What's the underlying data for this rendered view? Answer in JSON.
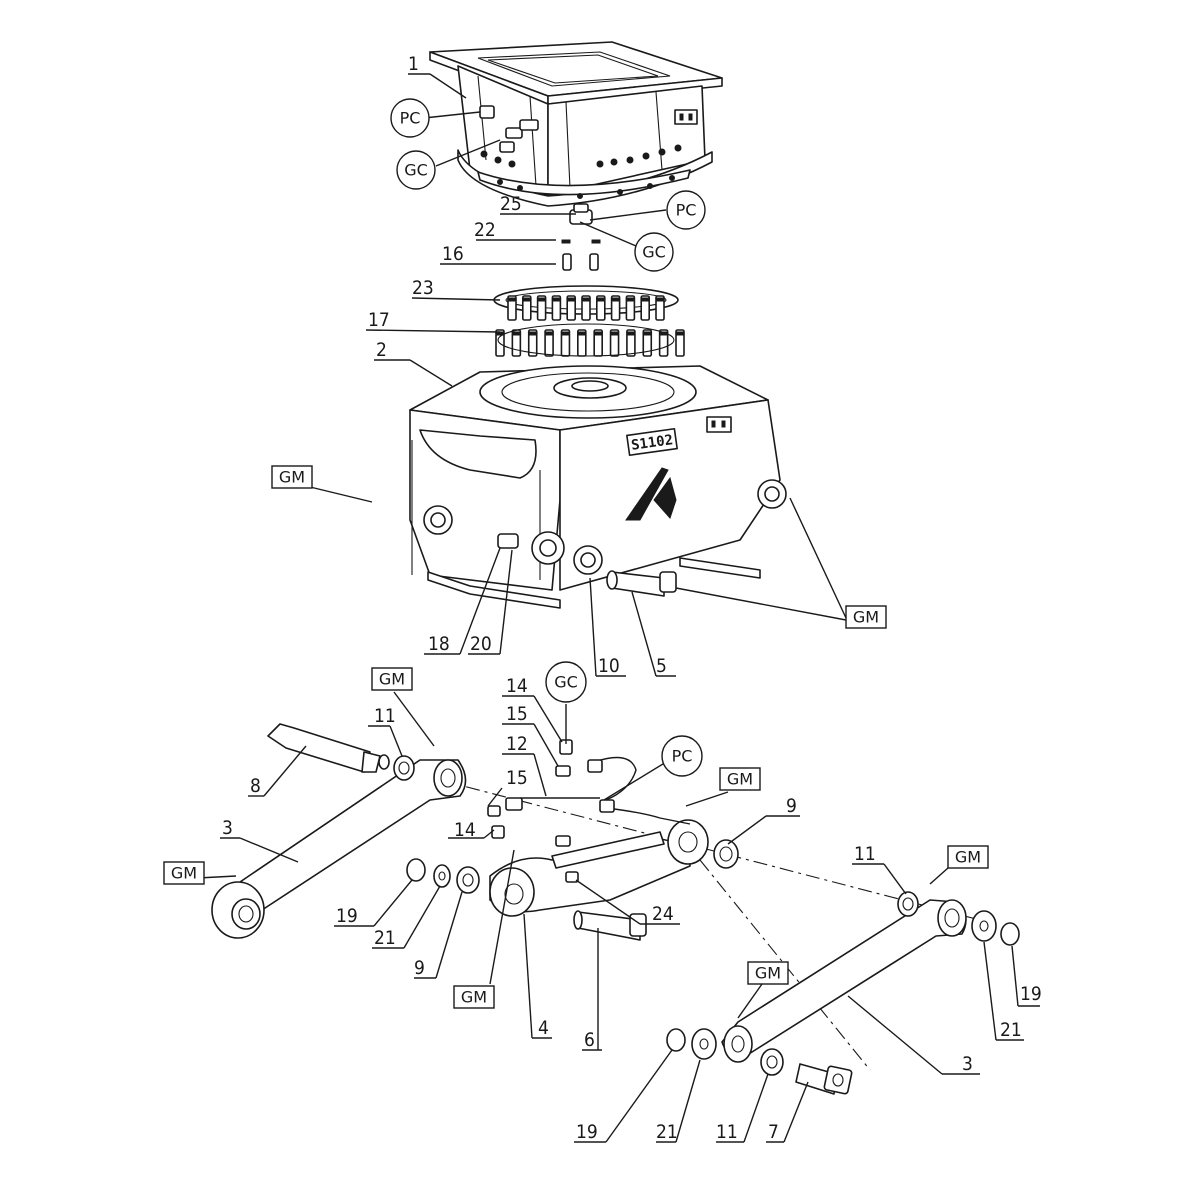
{
  "parts": {
    "p1": "1",
    "p2": "2",
    "p3a": "3",
    "p3b": "3",
    "p4": "4",
    "p5": "5",
    "p6": "6",
    "p7": "7",
    "p8": "8",
    "p9a": "9",
    "p9b": "9",
    "p10": "10",
    "p11a": "11",
    "p11b": "11",
    "p11c": "11",
    "p12": "12",
    "p14a": "14",
    "p14b": "14",
    "p15a": "15",
    "p15b": "15",
    "p16": "16",
    "p17": "17",
    "p18": "18",
    "p19a": "19",
    "p19b": "19",
    "p19c": "19",
    "p20": "20",
    "p21a": "21",
    "p21b": "21",
    "p21c": "21",
    "p22": "22",
    "p23": "23",
    "p24": "24",
    "p25": "25"
  },
  "tags": {
    "pc1": "PC",
    "gc1": "GC",
    "pc2": "PC",
    "gc2": "GC",
    "gm1": "GM",
    "gm2": "GM",
    "gm3": "GM",
    "gm4": "GM",
    "gm5": "GM",
    "gm6": "GM",
    "gm7": "GM",
    "gm8": "GM",
    "gc3": "GC",
    "pc3": "PC"
  },
  "housing_plate": "S1102",
  "colors": {
    "line": "#1a1a1a",
    "background": "#ffffff"
  }
}
